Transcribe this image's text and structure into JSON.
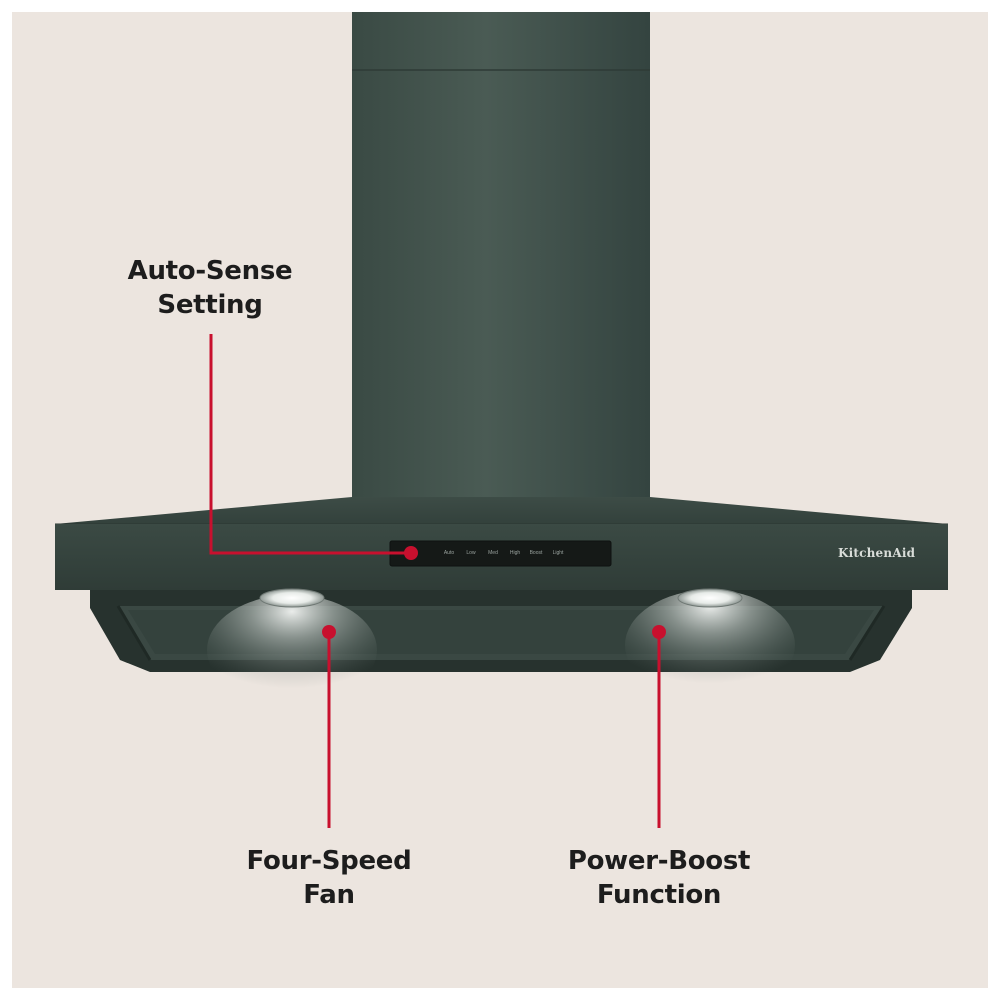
{
  "colors": {
    "background": "#ece5df",
    "hood": "#3b4a44",
    "callout": "#c8102e",
    "text": "#1d1d1d"
  },
  "brand": "KitchenAid",
  "controls": [
    "Auto",
    "Low",
    "Med",
    "High",
    "Boost",
    "Light"
  ],
  "callouts": {
    "auto_sense": {
      "line1": "Auto-Sense",
      "line2": "Setting"
    },
    "four_speed": {
      "line1": "Four-Speed",
      "line2": "Fan"
    },
    "power_boost": {
      "line1": "Power-Boost",
      "line2": "Function"
    }
  }
}
